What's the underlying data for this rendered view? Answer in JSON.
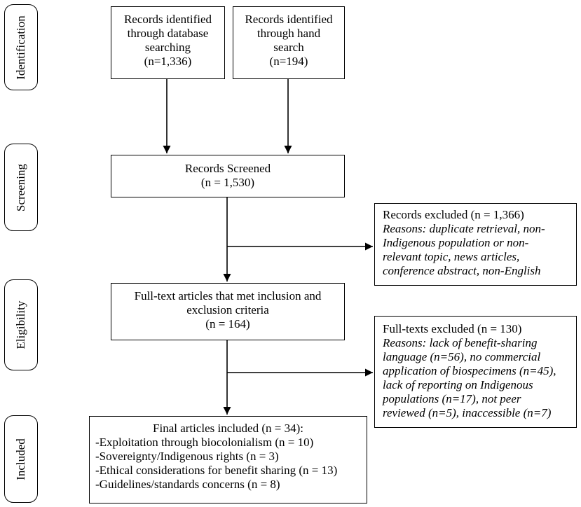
{
  "phases": {
    "identification": "Identification",
    "screening": "Screening",
    "eligibility": "Eligibility",
    "included": "Included"
  },
  "identified_database": {
    "line1": "Records identified",
    "line2": "through database",
    "line3": "searching",
    "count": "(n=1,336)"
  },
  "identified_hand": {
    "line1": "Records identified",
    "line2": "through hand",
    "line3": "search",
    "count": "(n=194)"
  },
  "screened": {
    "title": "Records Screened",
    "count": "(n = 1,530)"
  },
  "records_excluded": {
    "title": "Records excluded (n = 1,366)",
    "reason1": "Reasons: duplicate retrieval, non-",
    "reason2": "Indigenous population or non-",
    "reason3": "relevant topic, news articles,",
    "reason4": "conference abstract, non-English"
  },
  "full_text": {
    "line1": "Full-text articles that met inclusion and",
    "line2": "exclusion criteria",
    "count": "(n = 164)"
  },
  "fulltexts_excluded": {
    "title": "Full-texts excluded (n = 130)",
    "reason1": "Reasons: lack of benefit-sharing",
    "reason2": "language (n=56), no commercial",
    "reason3": "application of biospecimens (n=45),",
    "reason4": "lack of reporting on Indigenous",
    "reason5": "populations (n=17), not peer",
    "reason6": "reviewed (n=5), inaccessible (n=7)"
  },
  "final": {
    "title": "Final articles included (n = 34):",
    "item1": "-Exploitation through biocolonialism (n = 10)",
    "item2": "-Sovereignty/Indigenous rights (n = 3)",
    "item3": "-Ethical considerations for benefit sharing (n = 13)",
    "item4": "-Guidelines/standards concerns (n = 8)"
  }
}
